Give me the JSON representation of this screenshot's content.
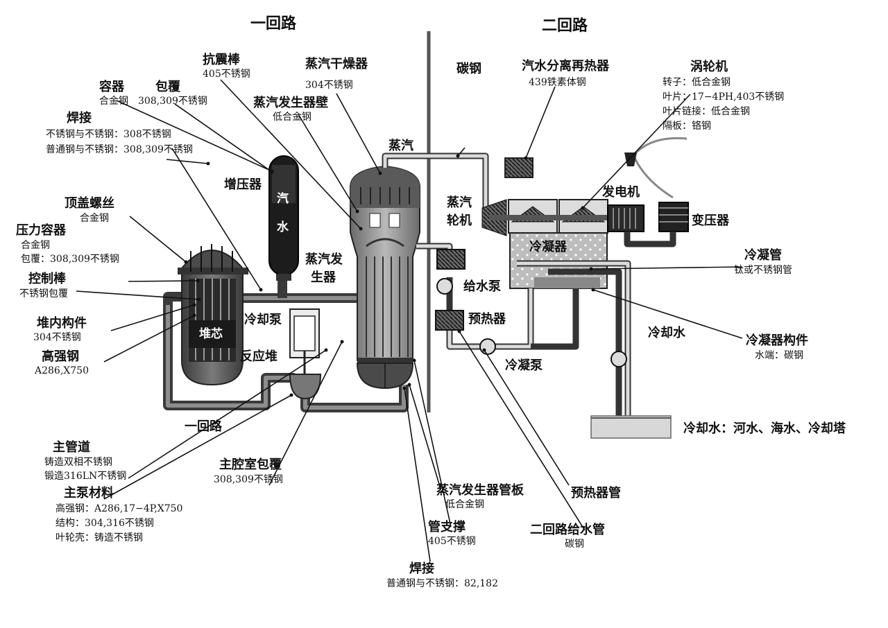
{
  "headers": {
    "primary": "一回路",
    "secondary": "二回路"
  },
  "inline": {
    "steam_pipe": "蒸汽",
    "pressurizer_steam": "汽",
    "pressurizer_water": "水",
    "core": "堆芯",
    "primary_loop": "一回路",
    "reactor": "反应堆",
    "coolant_pump": "冷却泵",
    "generator": "发电机",
    "transformer": "变压器",
    "condenser": "冷凝器",
    "feed_pump": "给水泵",
    "preheater": "预热器",
    "condensate_pump": "冷凝泵",
    "cooling_water": "冷却水",
    "steam_turbine_l1": "蒸汽",
    "steam_turbine_l2": "轮机",
    "steam_generator_l1": "蒸汽发",
    "steam_generator_l2": "生器",
    "pressurizer": "增压器"
  },
  "labels": {
    "seismic_rod": {
      "title": "抗震棒",
      "lines": [
        "405不锈钢"
      ]
    },
    "steam_dryer": {
      "title": "蒸汽干燥器",
      "lines": [
        "304不锈钢"
      ]
    },
    "vessel": {
      "title": "容器",
      "lines": [
        "合金钢"
      ]
    },
    "cladding": {
      "title": "包覆",
      "lines": [
        "308,309不锈钢"
      ]
    },
    "sg_wall": {
      "title": "蒸汽发生器壁",
      "lines": [
        "低合金钢"
      ]
    },
    "welding_top": {
      "title": "焊接",
      "lines": [
        "不锈钢与不锈钢：308不锈钢",
        "普通钢与不锈钢：308,309不锈钢"
      ]
    },
    "head_bolts": {
      "title": "顶盖螺丝",
      "lines": [
        "合金钢"
      ]
    },
    "pressure_vessel": {
      "title": "压力容器",
      "lines": [
        "合金钢",
        "包覆：308,309不锈钢"
      ]
    },
    "control_rod": {
      "title": "控制棒",
      "lines": [
        "不锈钢包覆"
      ]
    },
    "internals": {
      "title": "堆内构件",
      "lines": [
        "304不锈钢"
      ]
    },
    "high_strength": {
      "title": "高强钢",
      "lines": [
        "A286,X750"
      ]
    },
    "main_piping": {
      "title": "主管道",
      "lines": [
        "铸造双相不锈钢",
        "锻造316LN不锈钢"
      ]
    },
    "main_pump": {
      "title": "主泵材料",
      "lines": [
        "高强钢：A286,17−4P,X750",
        "结构：304,316不锈钢",
        "叶轮壳：铸造不锈钢"
      ]
    },
    "plenum_cladding": {
      "title": "主腔室包覆",
      "lines": [
        "308,309不锈钢"
      ]
    },
    "tube_sheet": {
      "title": "蒸汽发生器管板",
      "lines": [
        "低合金钢"
      ]
    },
    "tube_support": {
      "title": "管支撑",
      "lines": [
        "405不锈钢"
      ]
    },
    "welding_bottom": {
      "title": "焊接",
      "lines": [
        "普通钢与不锈钢：82,182"
      ]
    },
    "feedwater_pipe": {
      "title": "二回路给水管",
      "lines": [
        "碳钢"
      ]
    },
    "preheater_tube": {
      "title": "预热器管",
      "lines": []
    },
    "carbon_steel": {
      "title": "碳钢",
      "lines": []
    },
    "moisture_sep": {
      "title": "汽水分离再热器",
      "lines": [
        "439铁素体钢"
      ]
    },
    "turbine": {
      "title": "涡轮机",
      "lines": [
        "转子：低合金钢",
        "叶片：17−4PH,403不锈钢",
        "叶片链接：低合金钢",
        "隔板：铬钢"
      ]
    },
    "condenser_tube": {
      "title": "冷凝管",
      "lines": [
        "钛或不锈钢管"
      ]
    },
    "condenser_parts": {
      "title": "冷凝器构件",
      "lines": [
        "水端：碳钢"
      ]
    },
    "cooling_source": {
      "title": "冷却水：河水、海水、冷却塔",
      "lines": []
    }
  },
  "colors": {
    "pipe": "#3a3a3a",
    "vessel": "#555555",
    "core": "#222222",
    "water": "#d8d8d8"
  }
}
